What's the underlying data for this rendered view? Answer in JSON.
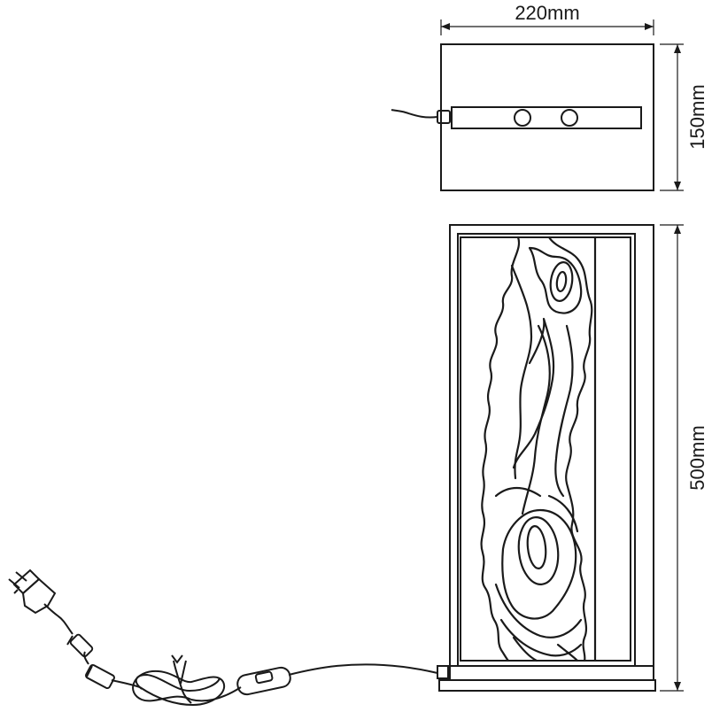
{
  "dimensions": {
    "width_label": "220mm",
    "depth_label": "150mm",
    "height_label": "500mm"
  },
  "views": {
    "top_view": "top-view",
    "front_view": "front-view",
    "power_cord": "power-cord"
  },
  "colors": {
    "stroke": "#1a1a1a",
    "background": "#ffffff"
  }
}
